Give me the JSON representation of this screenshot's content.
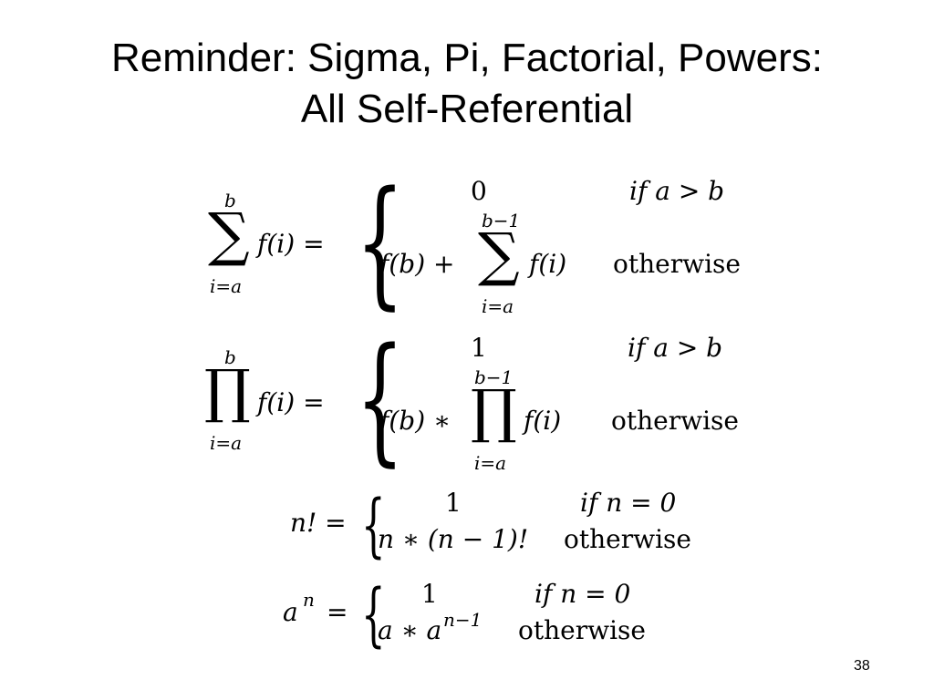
{
  "slide": {
    "title_line1": "Reminder: Sigma, Pi, Factorial, Powers:",
    "title_line2": "All Self-Referential",
    "page_number": "38"
  },
  "sum_def": {
    "upper": "b",
    "operator": "∑",
    "lower": "i=a",
    "lhs": "f(i) =",
    "case1_value": "0",
    "case1_condition": "if a > b",
    "case2_value_prefix": "f(b) +",
    "case2_upper": "b−1",
    "case2_operator": "∑",
    "case2_lower": "i=a",
    "case2_value_suffix": "f(i)",
    "case2_condition": "otherwise"
  },
  "prod_def": {
    "upper": "b",
    "operator": "∏",
    "lower": "i=a",
    "lhs": "f(i) =",
    "case1_value": "1",
    "case1_condition": "if a > b",
    "case2_value_prefix": "f(b) ∗",
    "case2_upper": "b−1",
    "case2_operator": "∏",
    "case2_lower": "i=a",
    "case2_value_suffix": "f(i)",
    "case2_condition": "otherwise"
  },
  "factorial_def": {
    "lhs": "n! =",
    "case1_value": "1",
    "case1_condition": "if n = 0",
    "case2_value": "n ∗ (n − 1)!",
    "case2_condition": "otherwise"
  },
  "power_def": {
    "lhs_base": "a",
    "lhs_exp": "n",
    "lhs_eq": "=",
    "case1_value": "1",
    "case1_condition": "if n = 0",
    "case2_base": "a ∗ a",
    "case2_exp": "n−1",
    "case2_condition": "otherwise"
  }
}
